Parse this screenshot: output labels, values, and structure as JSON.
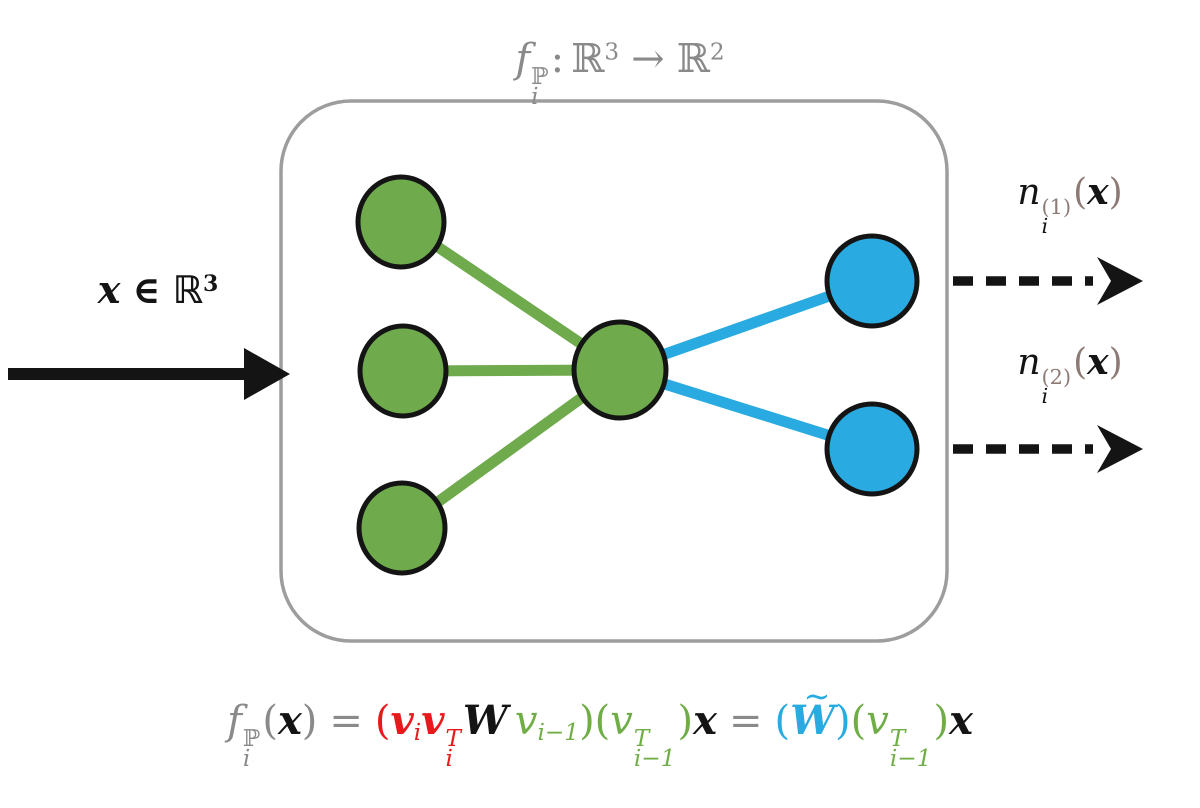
{
  "colors": {
    "green": "#6faa4d",
    "green_text": "#70ad47",
    "blue": "#29abe2",
    "red": "#e8191c",
    "gray": "#8a8a8a",
    "brown": "#8d7a74",
    "black": "#141414",
    "box_border": "#9d9d9d"
  },
  "top_label": {
    "f": "f",
    "f_sup": "ℙ",
    "f_sub": "i",
    "colon": ":",
    "domain": "ℝ",
    "domain_exp": "3",
    "arrow": "→",
    "codomain": "ℝ",
    "codomain_exp": "2"
  },
  "input_label": {
    "x": "x",
    "element_of": "∈",
    "space": "ℝ",
    "exp": "3"
  },
  "outputs": {
    "first": {
      "n": "n",
      "sub": "i",
      "sup": "(1)",
      "open": "(",
      "x": "x",
      "close": ")"
    },
    "second": {
      "n": "n",
      "sub": "i",
      "sup": "(2)",
      "open": "(",
      "x": "x",
      "close": ")"
    }
  },
  "formula": {
    "f": "f",
    "f_sup": "ℙ",
    "f_sub": "i",
    "open_x": "(",
    "x_arg": "x",
    "close_x": ")",
    "eq1": "=",
    "p1_open": "(",
    "v1": "v",
    "v1_sub": "i",
    "v2": "v",
    "v2_sup": "T",
    "v2_sub": "i",
    "W": "W",
    "v3": "v",
    "v3_sub": "i−1",
    "p1_close": ")",
    "p2_open": "(",
    "v4": "v",
    "v4_sup": "T",
    "v4_sub": "i−1",
    "p2_close": ")",
    "x2": "x",
    "eq2": "=",
    "p3_open": "(",
    "tilde": "∼",
    "W_tilde": "W",
    "p3_close": ")",
    "p4_open": "(",
    "v5": "v",
    "v5_sup": "T",
    "v5_sub": "i−1",
    "p4_close": ")",
    "x3": "x"
  }
}
